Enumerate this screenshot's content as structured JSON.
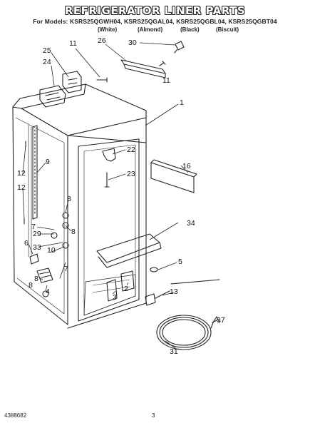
{
  "title": "REFRIGERATOR LINER PARTS",
  "models_line": "For Models: KSRS25QGWH04, KSRS25QGAL04, KSRS25QGBL04, KSRS25QGBT04",
  "colors": [
    "(White)",
    "(Almond)",
    "(Black)",
    "(Biscuit)"
  ],
  "callouts": [
    "30",
    "26",
    "11",
    "25",
    "24",
    "11",
    "1",
    "22",
    "23",
    "16",
    "9",
    "12",
    "12",
    "8",
    "7",
    "29",
    "6",
    "33",
    "10",
    "8",
    "8",
    "7",
    "4",
    "8",
    "5",
    "34",
    "3",
    "2",
    "13",
    "31",
    "37"
  ],
  "footer": {
    "doc_number": "4388682",
    "page": "3"
  }
}
